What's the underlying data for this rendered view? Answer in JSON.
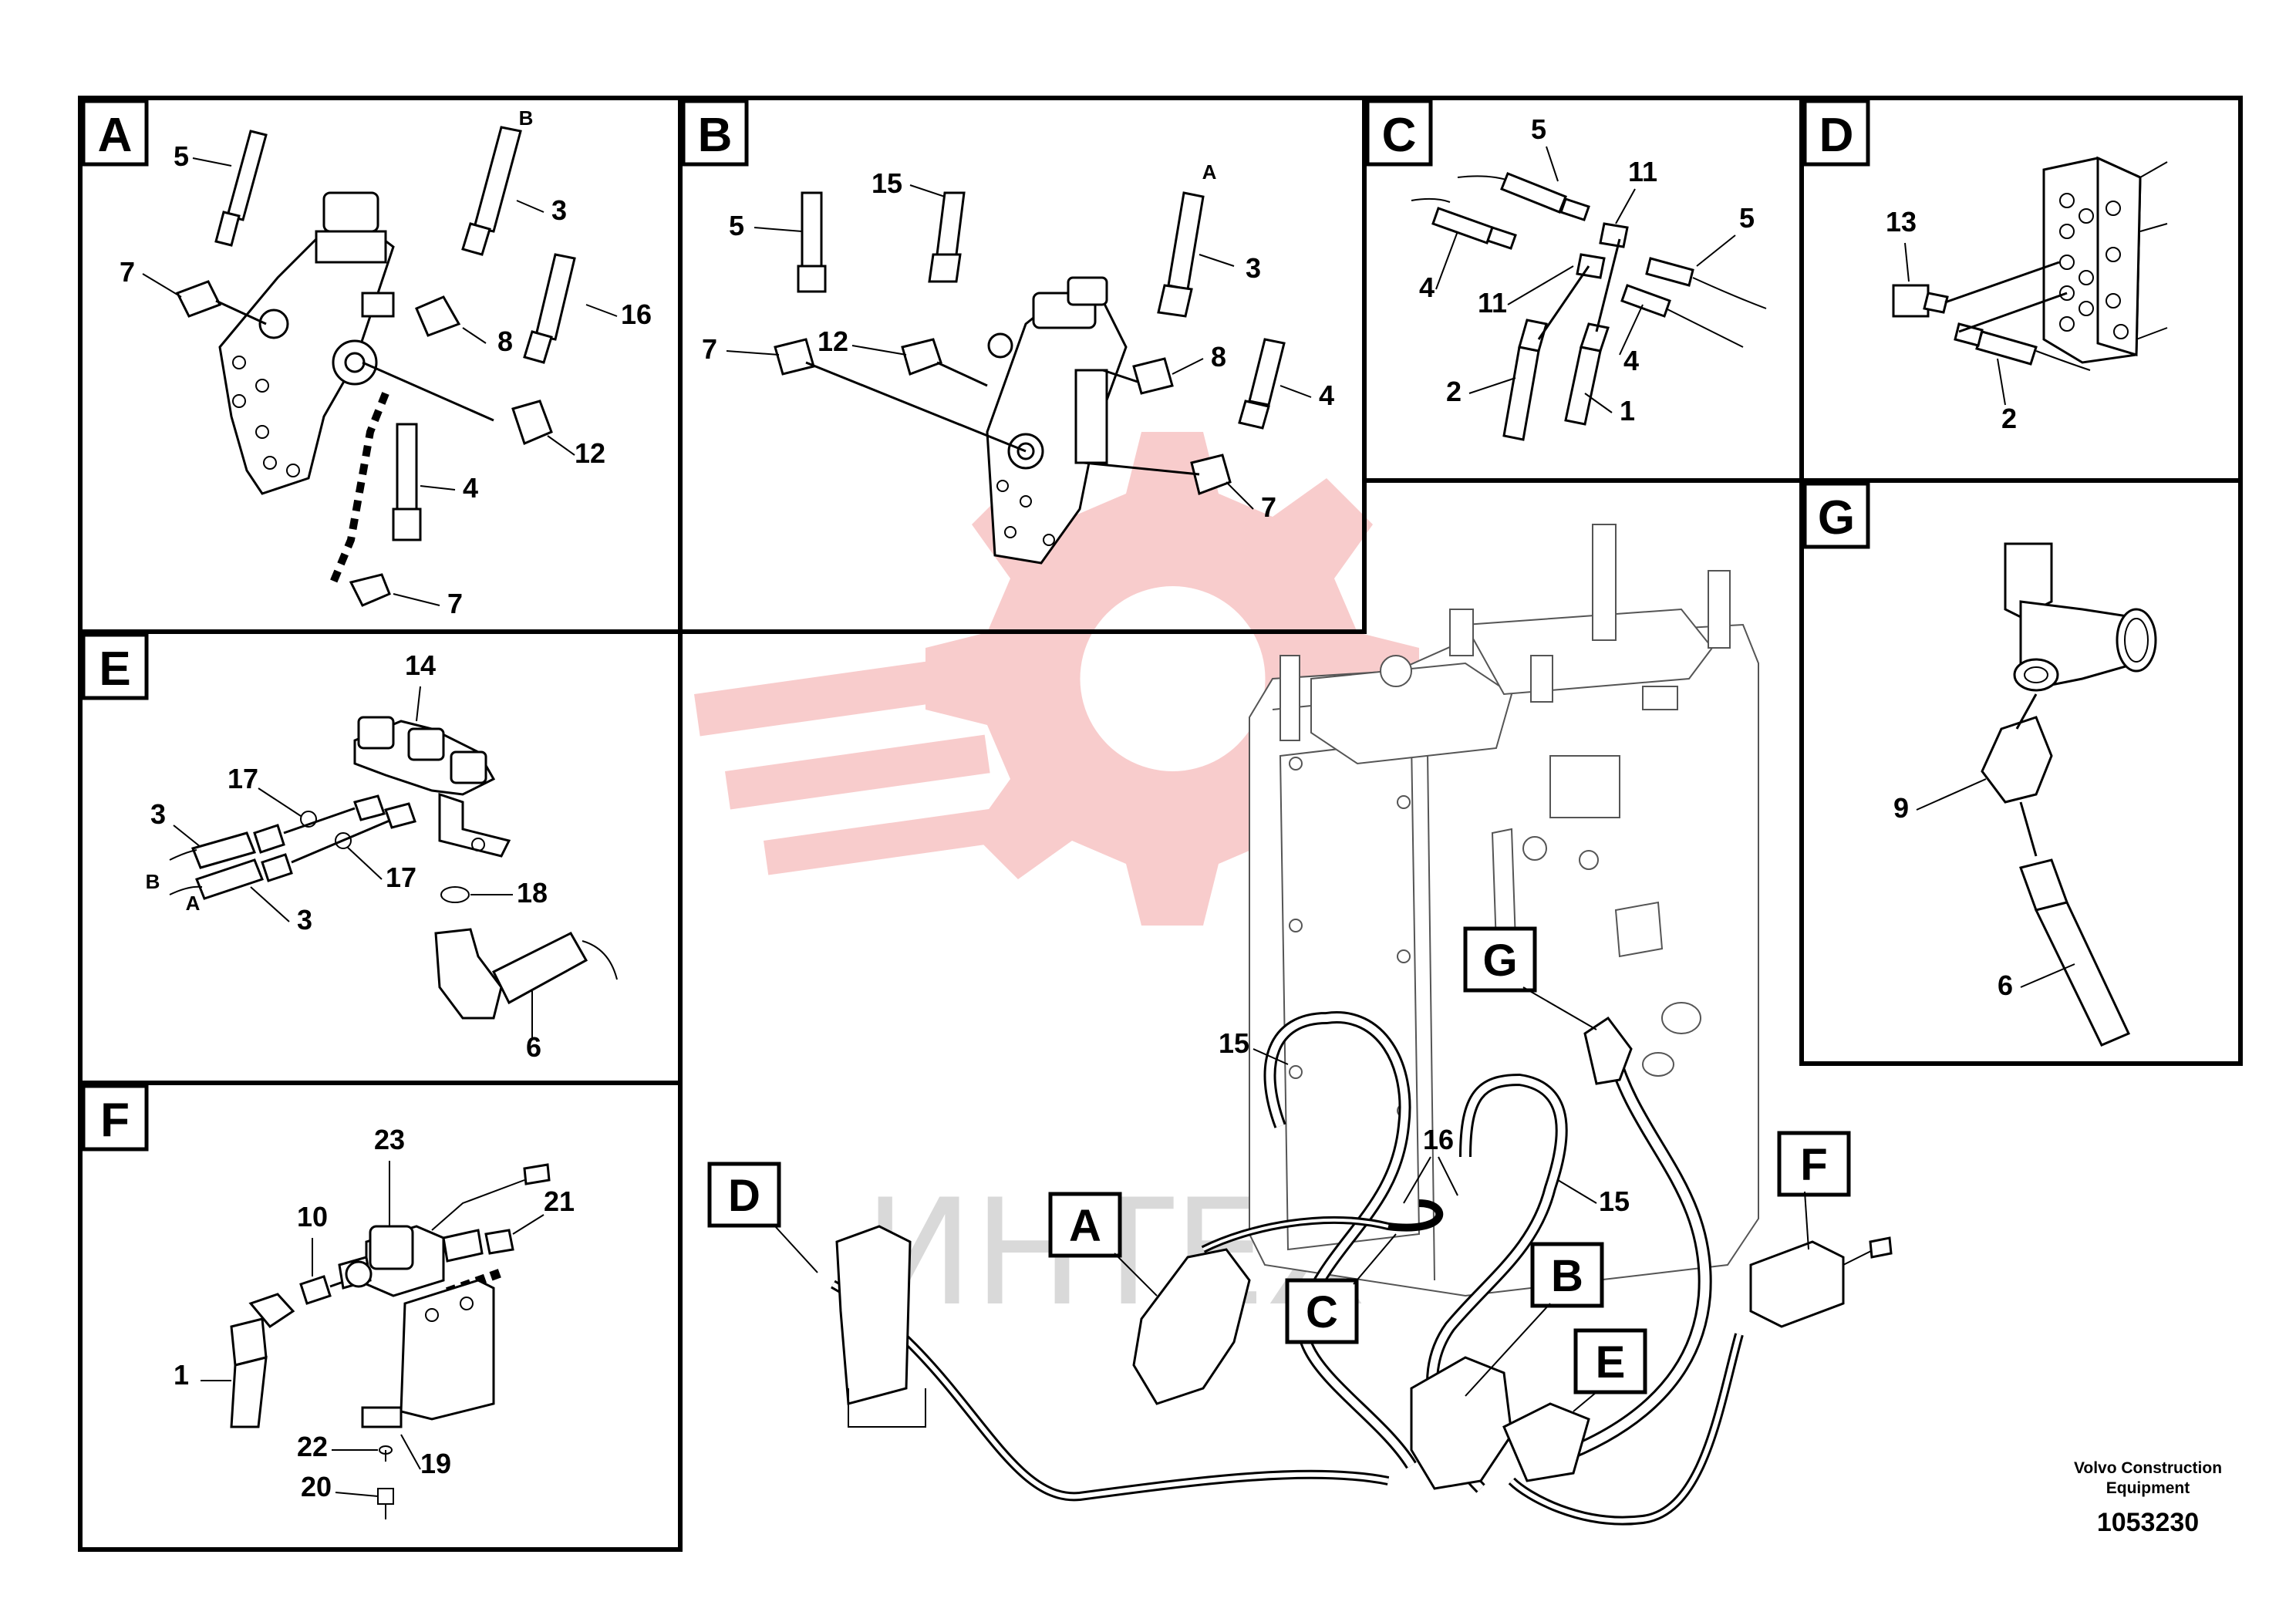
{
  "panels": {
    "A": {
      "label": "A",
      "hose_tags": [
        "B"
      ],
      "callouts": [
        "5",
        "3",
        "7",
        "8",
        "16",
        "12",
        "4",
        "7"
      ]
    },
    "B": {
      "label": "B",
      "hose_tags": [
        "A"
      ],
      "callouts": [
        "15",
        "5",
        "3",
        "7",
        "12",
        "8",
        "4",
        "7"
      ]
    },
    "C": {
      "label": "C",
      "callouts": [
        "5",
        "11",
        "5",
        "4",
        "11",
        "4",
        "2",
        "1"
      ]
    },
    "D": {
      "label": "D",
      "callouts": [
        "13",
        "2"
      ]
    },
    "E": {
      "label": "E",
      "hose_tags": [
        "B",
        "A"
      ],
      "callouts": [
        "14",
        "17",
        "3",
        "17",
        "18",
        "3",
        "6"
      ]
    },
    "F": {
      "label": "F",
      "callouts": [
        "23",
        "10",
        "21",
        "1",
        "22",
        "19",
        "20"
      ]
    },
    "G": {
      "label": "G",
      "callouts": [
        "9",
        "6"
      ]
    }
  },
  "main": {
    "detail_labels": [
      "D",
      "A",
      "C",
      "B",
      "E",
      "F",
      "G"
    ],
    "callouts": [
      "15",
      "16",
      "15"
    ]
  },
  "watermark": {
    "text": "ИНТЕХ",
    "logo_color": "#f2a3a3"
  },
  "footer": {
    "credit_line1": "Volvo Construction",
    "credit_line2": "Equipment",
    "doc_number": "1053230"
  }
}
